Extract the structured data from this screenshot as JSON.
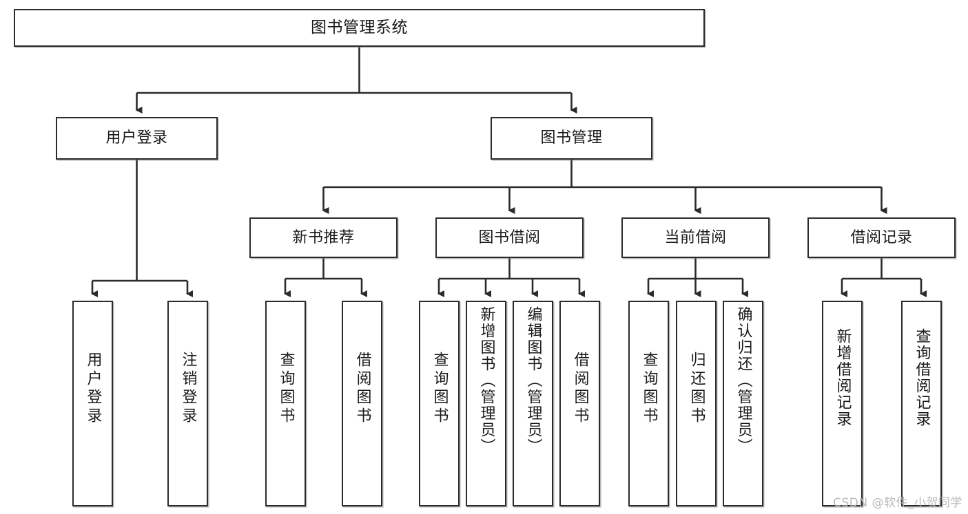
{
  "diagram": {
    "title": "图书管理系统",
    "type": "tree-hierarchy-chart",
    "watermark": "CSDN @软件_小贺同学",
    "colors": {
      "box_border": "#2b2b2b",
      "box_fill": "#ffffff",
      "line": "#2b2b2b",
      "text": "#1a1a1a",
      "watermark": "#b9b9b9",
      "background": "#ffffff"
    }
  },
  "root": {
    "label": "图书管理系统"
  },
  "level1": [
    {
      "label": "用户登录"
    },
    {
      "label": "图书管理"
    }
  ],
  "level2": [
    {
      "label": "新书推荐"
    },
    {
      "label": "图书借阅"
    },
    {
      "label": "当前借阅"
    },
    {
      "label": "借阅记录"
    }
  ],
  "leaves": {
    "user_login": [
      {
        "label": "用户登录"
      },
      {
        "label": "注销登录"
      }
    ],
    "new_book_recommend": [
      {
        "label": "查询图书"
      },
      {
        "label": "借阅图书"
      }
    ],
    "book_borrow": [
      {
        "label": "查询图书"
      },
      {
        "label": "新增图书（管理员）"
      },
      {
        "label": "编辑图书（管理员）"
      },
      {
        "label": "借阅图书"
      }
    ],
    "current_borrow": [
      {
        "label": "查询图书"
      },
      {
        "label": "归还图书"
      },
      {
        "label": "确认归还（管理员）"
      }
    ],
    "borrow_record": [
      {
        "label": "新增借阅记录"
      },
      {
        "label": "查询借阅记录"
      }
    ]
  }
}
